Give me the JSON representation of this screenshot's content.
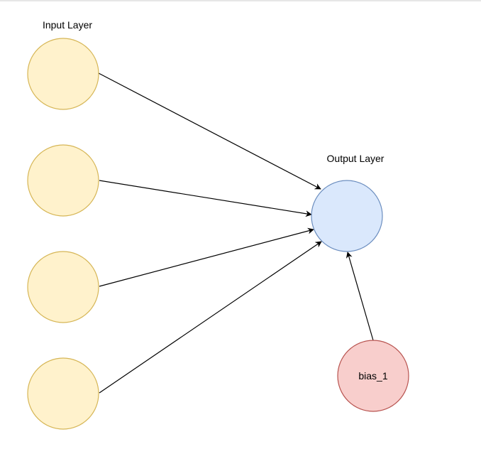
{
  "labels": {
    "input_layer": "Input Layer",
    "output_layer": "Output Layer",
    "bias": "bias_1"
  },
  "colors": {
    "input_fill": "#fff2cc",
    "input_stroke": "#d6b656",
    "output_fill": "#dae8fc",
    "output_stroke": "#6c8ebf",
    "bias_fill": "#f8cecc",
    "bias_stroke": "#b85450",
    "edge": "#000000"
  }
}
